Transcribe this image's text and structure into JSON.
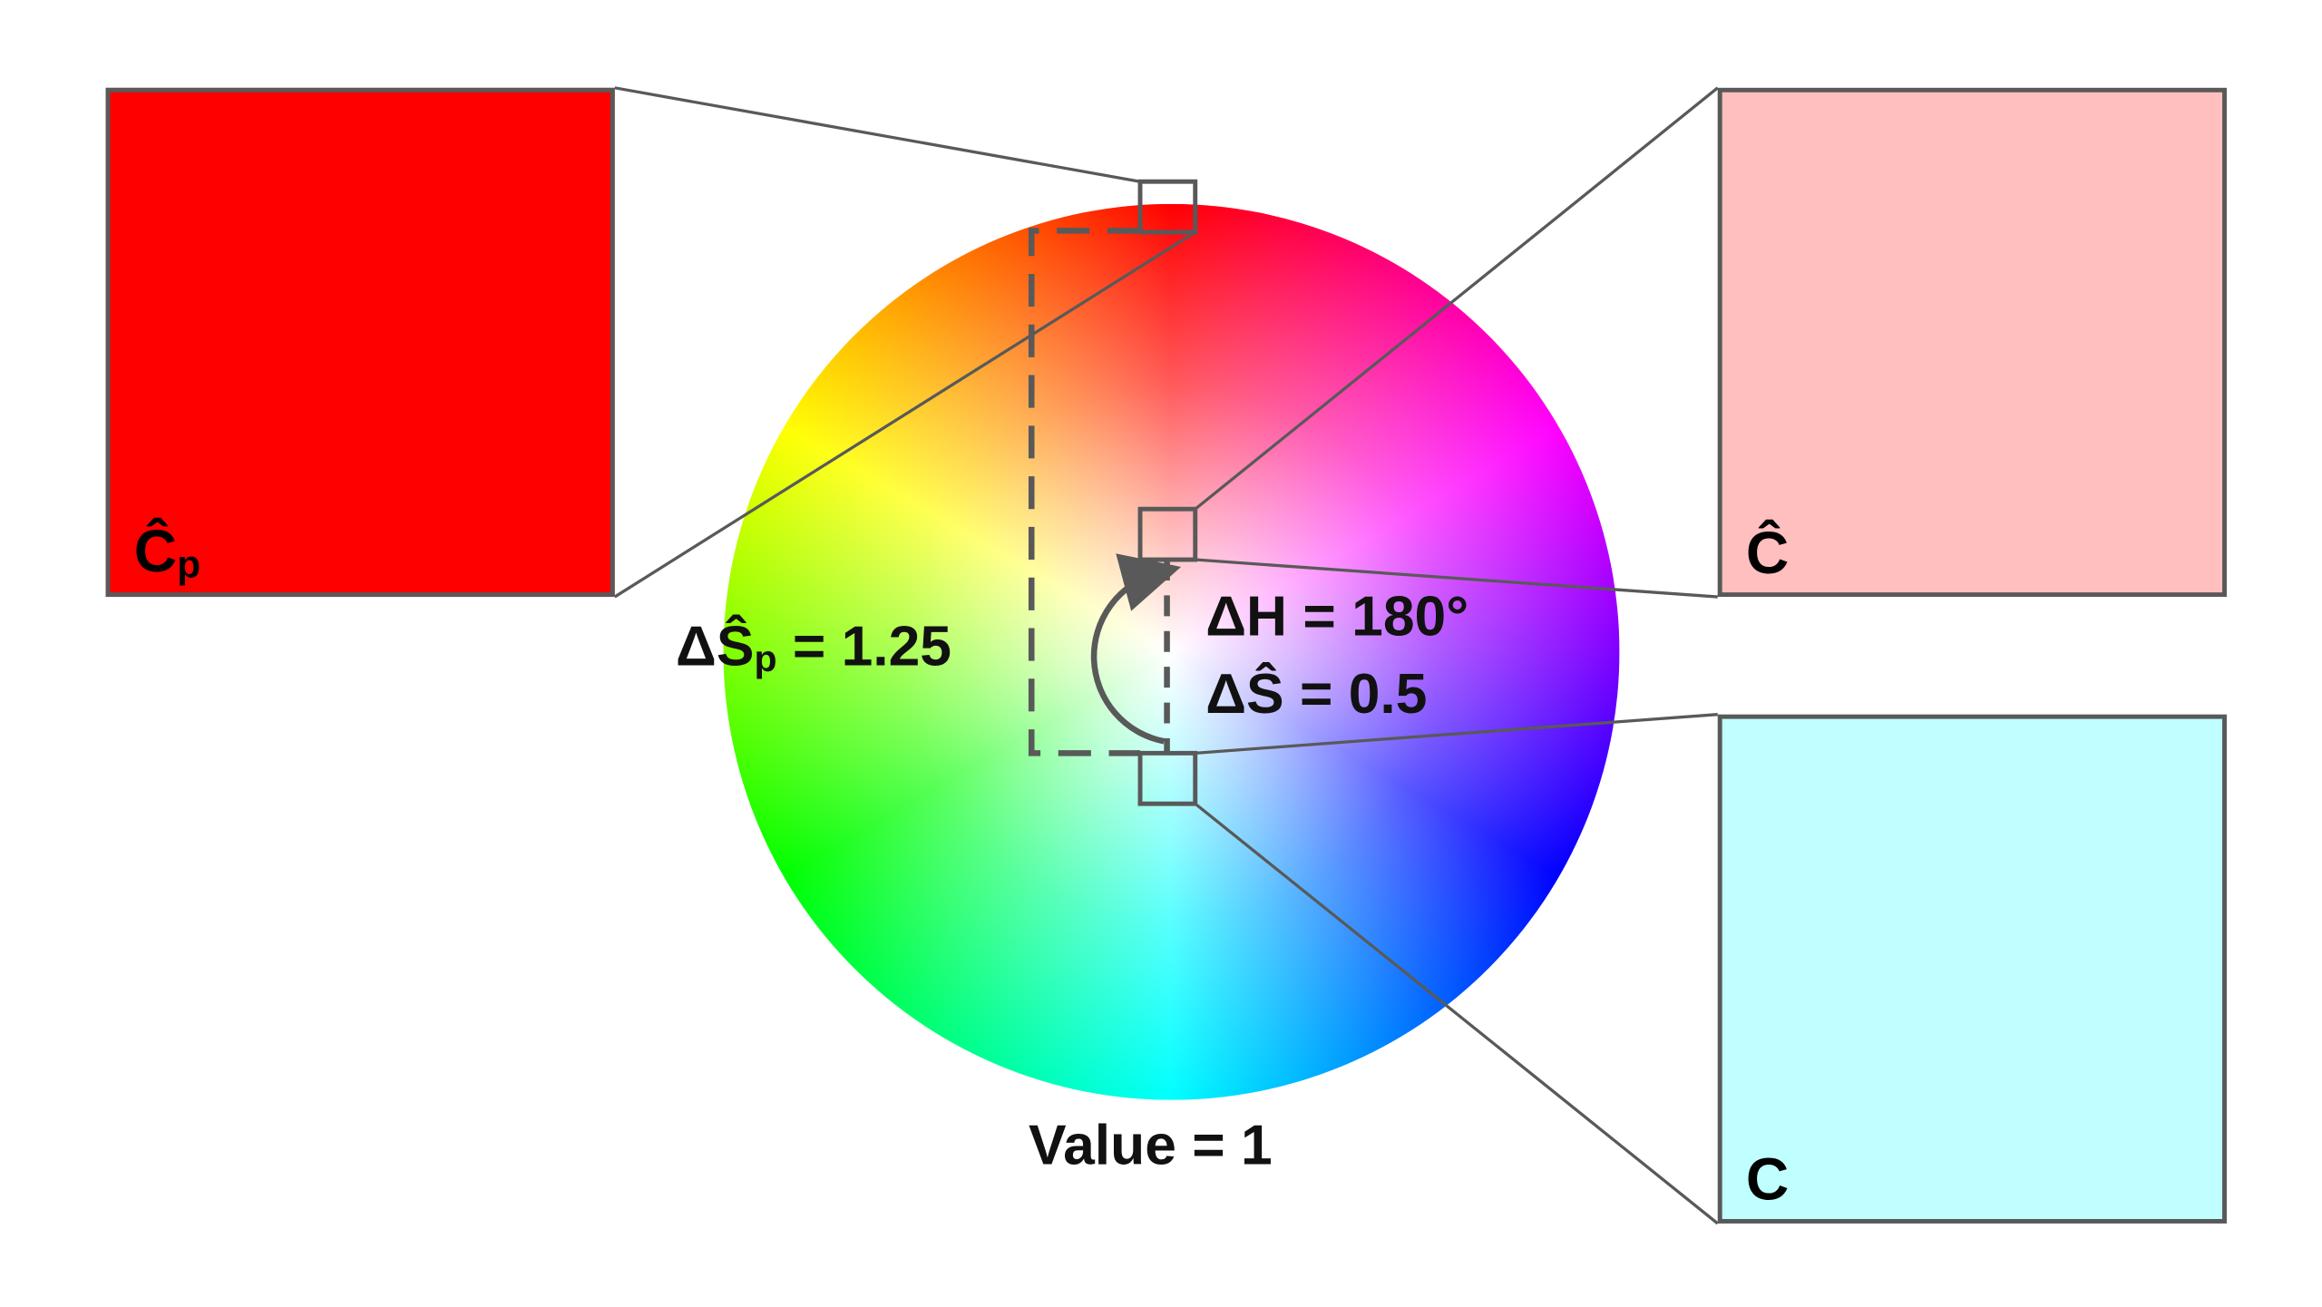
{
  "colors": {
    "c_hat_p": "#ff0000",
    "c_hat": "#ffbfbf",
    "c": "#bfffff",
    "outline": "#595959"
  },
  "swatches": {
    "cp": {
      "label_main": "Ĉ",
      "label_sub": "p"
    },
    "chat": {
      "label_main": "Ĉ"
    },
    "c": {
      "label_main": "C"
    }
  },
  "labels": {
    "delta_s_p": {
      "prefix": "ΔŜ",
      "sub": "p",
      "suffix": " = 1.25"
    },
    "delta_h": "ΔH = 180°",
    "delta_s": "ΔŜ = 0.5",
    "value": "Value = 1"
  }
}
